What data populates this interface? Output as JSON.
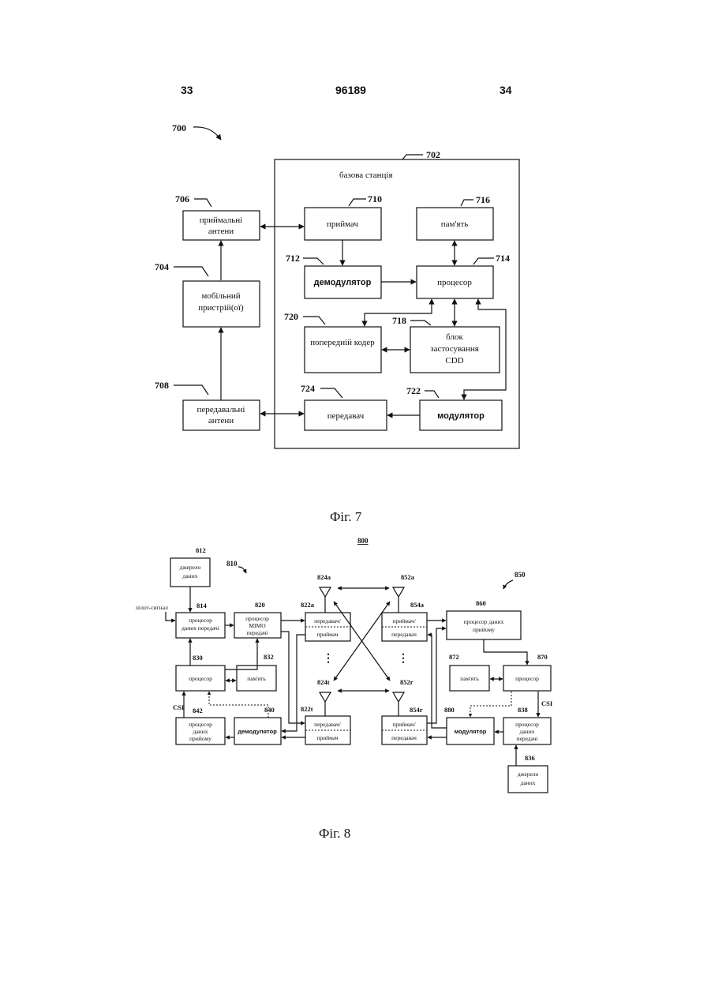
{
  "header": {
    "page_left": "33",
    "patent_number": "96189",
    "page_right": "34"
  },
  "fig7": {
    "ref_system": "700",
    "ref_base": "702",
    "base_label": "базова станція",
    "rx_antennas": {
      "ref": "706",
      "line1": "приймальні",
      "line2": "антени"
    },
    "mobile": {
      "ref": "704",
      "line1": "мобільний",
      "line2": "пристрій(ої)"
    },
    "tx_antennas": {
      "ref": "708",
      "line1": "передавальні",
      "line2": "антени"
    },
    "receiver": {
      "ref": "710",
      "label": "приймач"
    },
    "memory": {
      "ref": "716",
      "label": "пам'ять"
    },
    "demodulator": {
      "ref": "712",
      "label": "демодулятор"
    },
    "processor": {
      "ref": "714",
      "label": "процесор"
    },
    "precoder": {
      "ref": "720",
      "label": "попередній кодер"
    },
    "cdd": {
      "ref": "718",
      "line1": "блок",
      "line2": "застосування",
      "line3": "CDD"
    },
    "transmitter": {
      "ref": "724",
      "label": "передавач"
    },
    "modulator": {
      "ref": "722",
      "label": "модулятор"
    },
    "caption": "Фіг. 7"
  },
  "fig8": {
    "ref_system": "800",
    "ref_tx_system": "810",
    "ref_rx_system": "850",
    "pilot": "пілот-сигнал",
    "data_source_a": {
      "ref": "812",
      "line1": "джерело",
      "line2": "даних"
    },
    "tx_data_proc_a": {
      "ref": "814",
      "line1": "процесор",
      "line2": "даних передачі"
    },
    "mimo_proc": {
      "ref": "820",
      "line1": "процесор",
      "line2": "MIMO",
      "line3": "передачі"
    },
    "processor_a": {
      "ref": "830",
      "label": "процесор"
    },
    "memory_a": {
      "ref": "832",
      "label": "пам'ять"
    },
    "csi_a": "CSI",
    "rx_data_proc_a": {
      "ref": "842",
      "line1": "процесор",
      "line2": "даних",
      "line3": "прийому"
    },
    "demodulator": {
      "ref": "840",
      "label": "демодулятор"
    },
    "xcvr_a_top": {
      "ref": "822a",
      "line1": "передавач/",
      "line2": "приймач"
    },
    "xcvr_a_bot": {
      "ref": "822t",
      "line1": "передавач/",
      "line2": "приймач"
    },
    "ant_a_top": "824a",
    "ant_a_bot": "824t",
    "ant_b_top": "852a",
    "ant_b_bot": "852r",
    "xcvr_b_top": {
      "ref": "854a",
      "line1": "приймач/",
      "line2": "передавач"
    },
    "xcvr_b_bot": {
      "ref": "854r",
      "line1": "приймач/",
      "line2": "передавач"
    },
    "rx_data_proc_b": {
      "ref": "860",
      "line1": "процесор даних",
      "line2": "прийому"
    },
    "memory_b": {
      "ref": "872",
      "label": "пам'ять"
    },
    "processor_b": {
      "ref": "870",
      "label": "процесор"
    },
    "csi_b": "CSI",
    "modulator": {
      "ref": "880",
      "label": "модулятор"
    },
    "tx_data_proc_b": {
      "ref": "838",
      "line1": "процесор",
      "line2": "даних",
      "line3": "передачі"
    },
    "data_source_b": {
      "ref": "836",
      "line1": "джерело",
      "line2": "даних"
    },
    "caption": "Фіг. 8"
  }
}
